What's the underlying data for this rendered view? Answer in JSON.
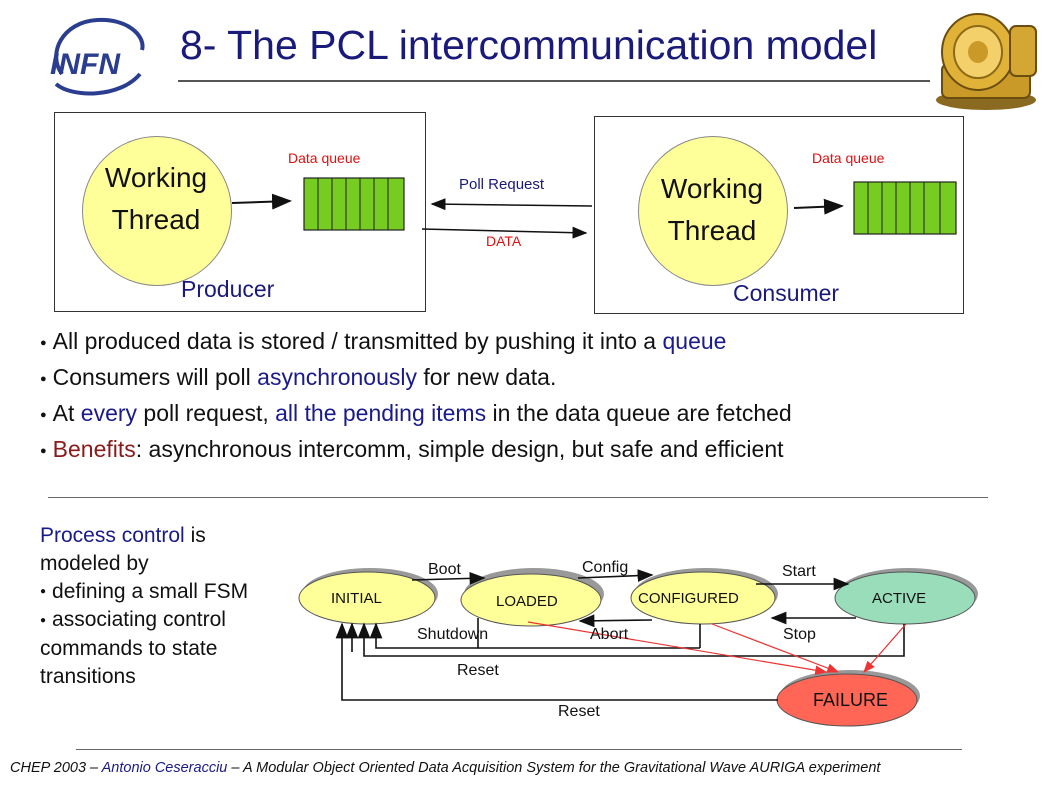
{
  "title": "8- The PCL intercommunication model",
  "logo_text": "INFN",
  "producer": {
    "thread_line1": "Working",
    "thread_line2": "Thread",
    "queue_label": "Data queue",
    "role": "Producer"
  },
  "consumer": {
    "thread_line1": "Working",
    "thread_line2": "Thread",
    "queue_label": "Data queue",
    "role": "Consumer"
  },
  "link": {
    "request": "Poll Request",
    "response": "DATA"
  },
  "bullets": [
    [
      {
        "t": "All produced data is stored / transmitted by pushing it into a ",
        "c": ""
      },
      {
        "t": "queue",
        "c": "blue"
      }
    ],
    [
      {
        "t": "Consumers will poll ",
        "c": ""
      },
      {
        "t": "asynchronously",
        "c": "blue"
      },
      {
        "t": " for new data.",
        "c": ""
      }
    ],
    [
      {
        "t": "At ",
        "c": ""
      },
      {
        "t": "every",
        "c": "blue"
      },
      {
        "t": " poll request, ",
        "c": ""
      },
      {
        "t": "all the pending items",
        "c": "blue"
      },
      {
        "t": " in the data queue are fetched",
        "c": ""
      }
    ],
    [
      {
        "t": "Benefits",
        "c": "dred"
      },
      {
        "t": ": asynchronous intercomm, simple design, but safe and efficient",
        "c": ""
      }
    ]
  ],
  "side_text": {
    "line1a": "Process control",
    "line1b": " is",
    "line2": "modeled by",
    "item1": "defining a small FSM",
    "item2a": "associating control",
    "item2b": "commands to state",
    "item2c": "transitions"
  },
  "fsm": {
    "states": [
      "INITIAL",
      "LOADED",
      "CONFIGURED",
      "ACTIVE",
      "FAILURE"
    ],
    "transitions": {
      "boot": "Boot",
      "config": "Config",
      "start": "Start",
      "shutdown": "Shutdown",
      "abort": "Abort",
      "stop": "Stop",
      "reset1": "Reset",
      "reset2": "Reset"
    }
  },
  "footer": {
    "prefix": "CHEP 2003 – ",
    "author": "Antonio Ceseracciu",
    "suffix": " – A Modular Object Oriented Data Acquisition System for the Gravitational Wave AURIGA experiment"
  },
  "colors": {
    "title": "#1a1a7a",
    "thread_fill": "#ffff99",
    "queue_fill": "#77cc22",
    "state_fill": "#ffff99",
    "active_fill": "#99ddbb",
    "failure_fill": "#ff6655",
    "accent_red": "#dd2222"
  }
}
